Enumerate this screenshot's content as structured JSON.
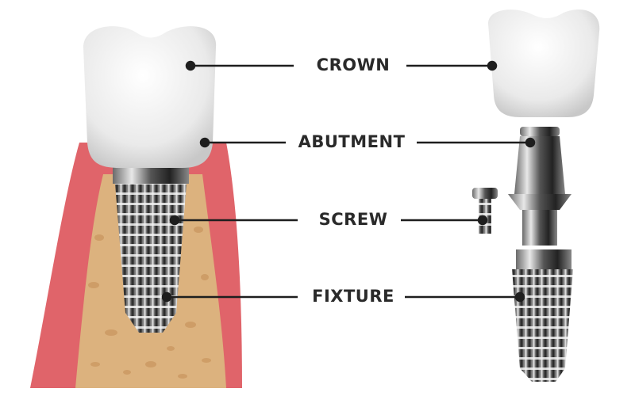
{
  "labels": {
    "crown": "CROWN",
    "abutment": "ABUTMENT",
    "screw": "SCREW",
    "fixture": "FIXTURE"
  },
  "colors": {
    "gum": "#e0646a",
    "bone": "#dcb27e",
    "bone_pores": "#c9955e",
    "crown": "#eeeeee",
    "metal": "#9a9a9a",
    "leader_line": "#1e1e1e"
  }
}
